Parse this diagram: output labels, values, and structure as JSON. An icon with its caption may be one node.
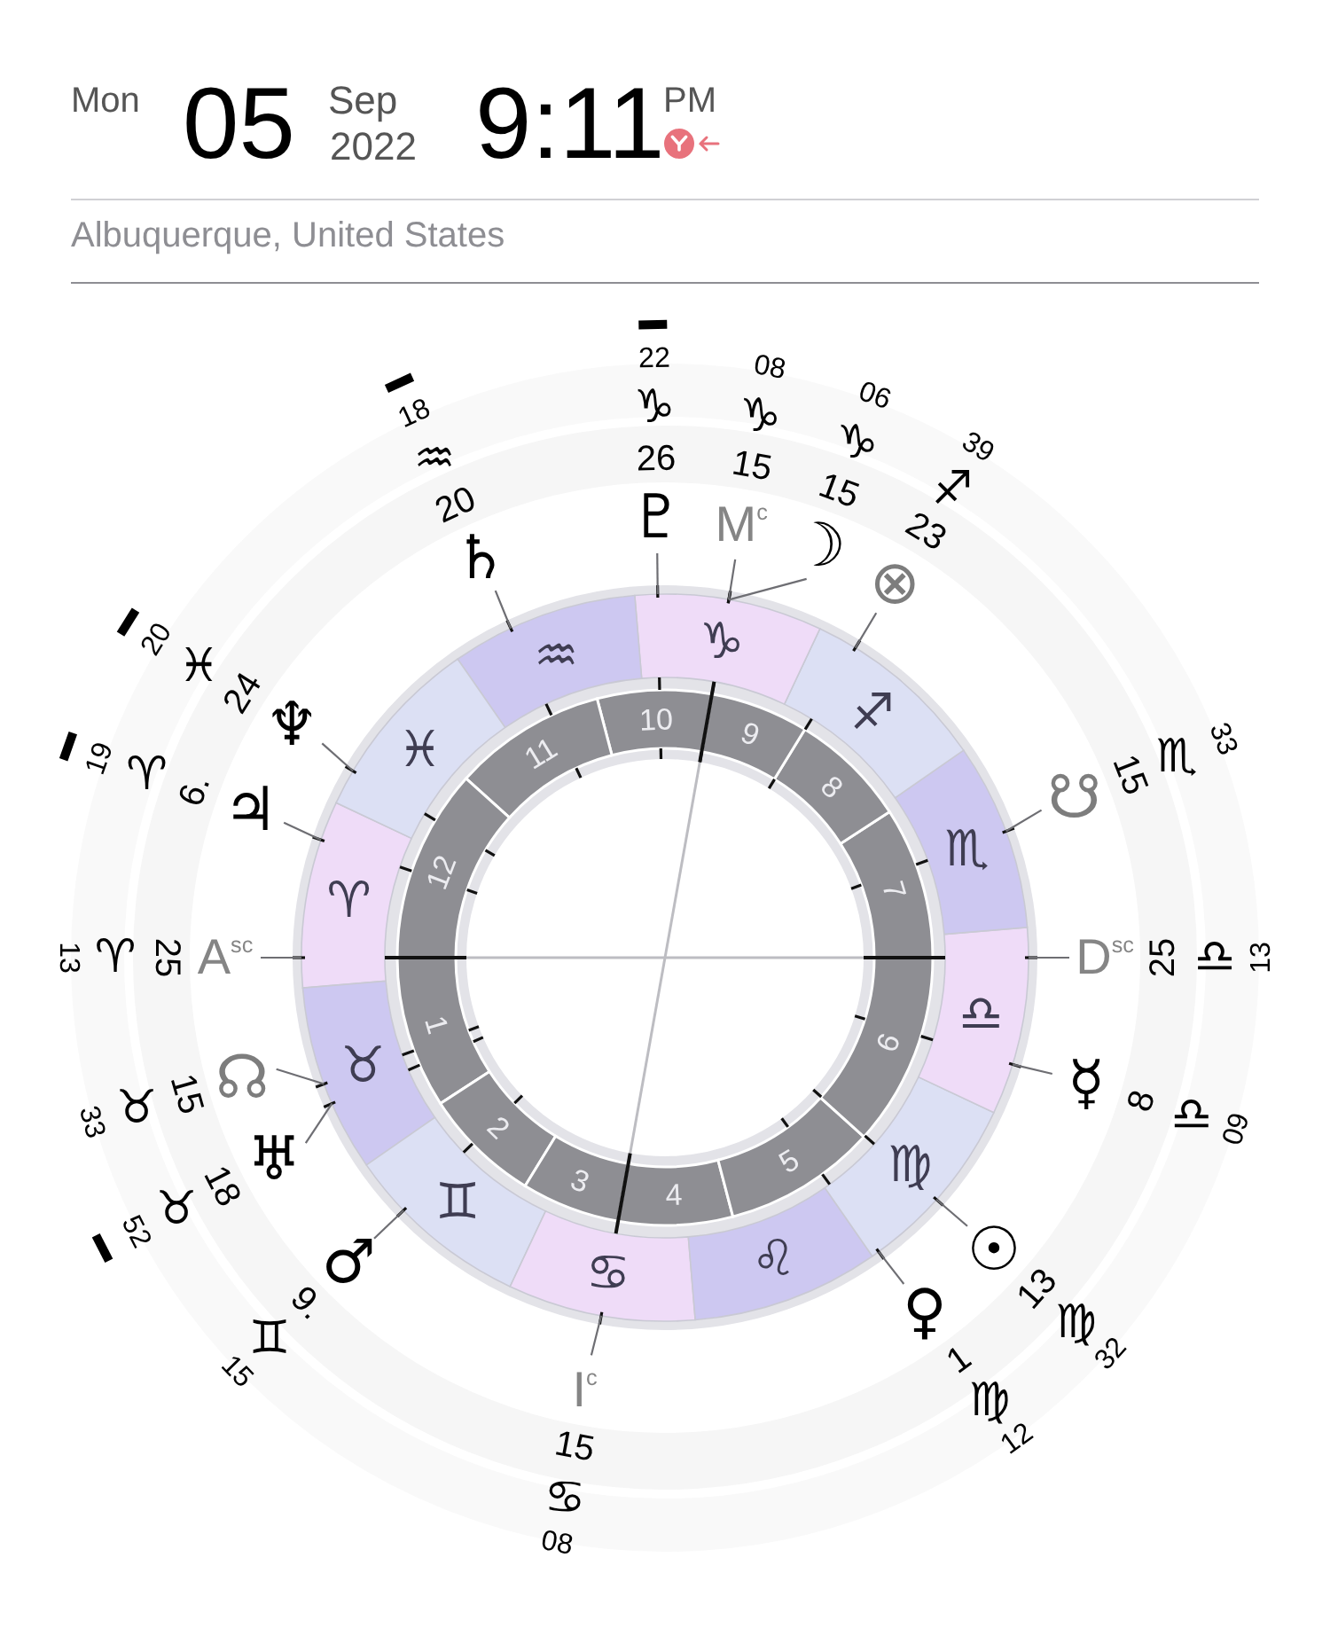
{
  "diagram": {
    "nodes": [
      {
        "text": [
          "♈"
        ]
      },
      {
        "text": [
          "♉"
        ]
      },
      {
        "text": [
          "♊"
        ]
      },
      {
        "text": [
          "♋"
        ]
      },
      {
        "text": [
          "♌"
        ]
      },
      {
        "text": [
          "♍"
        ]
      },
      {
        "text": [
          "♎"
        ]
      },
      {
        "text": [
          "♏"
        ]
      },
      {
        "text": [
          "♐"
        ]
      },
      {
        "text": [
          "♑"
        ]
      },
      {
        "text": [
          "♒"
        ]
      },
      {
        "text": [
          "♓"
        ]
      },
      {
        "text": [
          "1"
        ]
      },
      {
        "text": [
          "2"
        ]
      },
      {
        "text": [
          "3"
        ]
      },
      {
        "text": [
          "4"
        ]
      },
      {
        "text": [
          "5"
        ]
      },
      {
        "text": [
          "6"
        ]
      },
      {
        "text": [
          "7"
        ]
      },
      {
        "text": [
          "8"
        ]
      },
      {
        "text": [
          "9"
        ]
      },
      {
        "text": [
          "10"
        ]
      },
      {
        "text": [
          "11"
        ]
      },
      {
        "text": [
          "12"
        ]
      },
      {
        "text": [
          "♇"
        ],
        "beside": [
          "26",
          "♑",
          "22"
        ]
      },
      {
        "text": [
          "M$^{c}$"
        ],
        "beside": [
          "15",
          "♑",
          "08"
        ]
      },
      {
        "text": [
          "☽"
        ],
        "beside": [
          "15",
          "♑",
          "06"
        ]
      },
      {
        "text": [
          "⊗"
        ],
        "beside": [
          "23",
          "♐",
          "39"
        ]
      },
      {
        "text": [
          "☋"
        ],
        "beside": [
          "15",
          "♏",
          "33"
        ]
      },
      {
        "text": [
          "D$^{sc}$"
        ],
        "beside": [
          "25",
          "♎",
          "13"
        ]
      },
      {
        "text": [
          "☿"
        ],
        "beside": [
          "8",
          "♎",
          "09"
        ]
      },
      {
        "text": [
          "☉"
        ],
        "beside": [
          "13",
          "♍",
          "32"
        ]
      },
      {
        "text": [
          "♀"
        ],
        "beside": [
          "1",
          "♍",
          "12"
        ]
      },
      {
        "text": [
          "I$^{c}$"
        ],
        "beside": [
          "15",
          "♋",
          "08"
        ]
      },
      {
        "text": [
          "♂"
        ],
        "beside": [
          "9.",
          "♊",
          "15"
        ]
      },
      {
        "text": [
          "♅"
        ],
        "beside": [
          "18",
          "♉",
          "52"
        ]
      },
      {
        "text": [
          "☊"
        ],
        "beside": [
          "15",
          "♉",
          "33"
        ]
      },
      {
        "text": [
          "A$^{sc}$"
        ],
        "beside": [
          "25",
          "♈",
          "13"
        ]
      },
      {
        "text": [
          "♃"
        ],
        "beside": [
          "6.",
          "♈",
          "19"
        ]
      },
      {
        "text": [
          "♆"
        ],
        "beside": [
          "24",
          "♓",
          "20"
        ]
      },
      {
        "text": [
          "♄"
        ],
        "beside": [
          "20",
          "♒",
          "18"
        ]
      }
    ],
    "edges": [
      {
        "from": 24,
        "to": 9,
        "arrow": "none"
      },
      {
        "from": 25,
        "to": 9,
        "arrow": "none"
      },
      {
        "from": 26,
        "to": 9,
        "arrow": "none"
      },
      {
        "from": 27,
        "to": 8,
        "arrow": "none"
      },
      {
        "from": 28,
        "to": 7,
        "arrow": "none"
      },
      {
        "from": 29,
        "to": 6,
        "arrow": "none"
      },
      {
        "from": 30,
        "to": 6,
        "arrow": "none"
      },
      {
        "from": 31,
        "to": 5,
        "arrow": "none"
      },
      {
        "from": 32,
        "to": 5,
        "arrow": "none"
      },
      {
        "from": 33,
        "to": 3,
        "arrow": "none"
      },
      {
        "from": 34,
        "to": 2,
        "arrow": "none"
      },
      {
        "from": 35,
        "to": 1,
        "arrow": "none"
      },
      {
        "from": 36,
        "to": 1,
        "arrow": "none"
      },
      {
        "from": 37,
        "to": 0,
        "arrow": "none"
      },
      {
        "from": 38,
        "to": 0,
        "arrow": "none"
      },
      {
        "from": 39,
        "to": 11,
        "arrow": "none"
      },
      {
        "from": 40,
        "to": 10,
        "arrow": "none"
      }
    ],
    "labels": [
      "Mon",
      "05",
      "Sep",
      "2022",
      "9:11",
      "PM",
      "Albuquerque, United States"
    ]
  }
}
